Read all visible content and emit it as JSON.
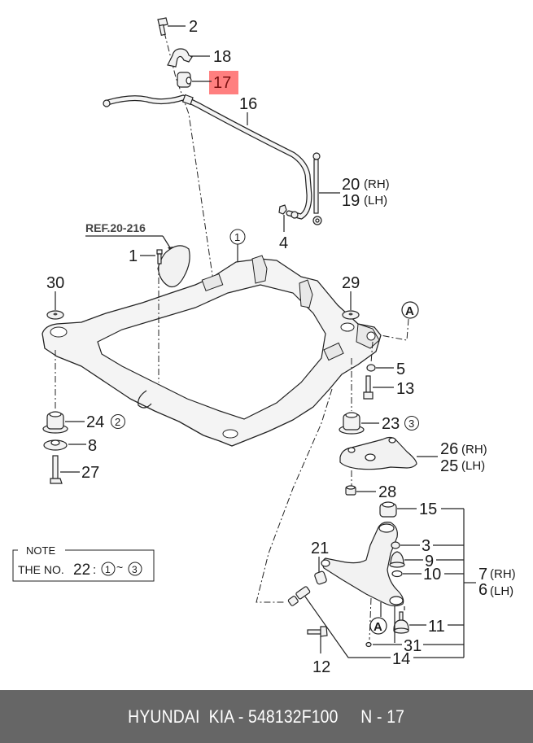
{
  "diagram": {
    "reference": "REF.20-216",
    "highlight_color": "#ff7f7f",
    "highlighted_part": "17",
    "callouts": [
      {
        "id": "c2",
        "text": "2"
      },
      {
        "id": "c18",
        "text": "18"
      },
      {
        "id": "c17",
        "text": "17"
      },
      {
        "id": "c16",
        "text": "16"
      },
      {
        "id": "c20",
        "text": "20",
        "suffix": "(RH)"
      },
      {
        "id": "c19",
        "text": "19",
        "suffix": "(LH)"
      },
      {
        "id": "c4",
        "text": "4"
      },
      {
        "id": "c1",
        "text": "1"
      },
      {
        "id": "c30",
        "text": "30"
      },
      {
        "id": "c29",
        "text": "29"
      },
      {
        "id": "c5",
        "text": "5"
      },
      {
        "id": "c13",
        "text": "13"
      },
      {
        "id": "c24",
        "text": "24",
        "circled": "2"
      },
      {
        "id": "c8",
        "text": "8"
      },
      {
        "id": "c27",
        "text": "27"
      },
      {
        "id": "c23",
        "text": "23",
        "circled": "3"
      },
      {
        "id": "c26",
        "text": "26",
        "suffix": "(RH)"
      },
      {
        "id": "c25",
        "text": "25",
        "suffix": "(LH)"
      },
      {
        "id": "c28",
        "text": "28"
      },
      {
        "id": "c15",
        "text": "15"
      },
      {
        "id": "c3",
        "text": "3"
      },
      {
        "id": "c9",
        "text": "9"
      },
      {
        "id": "c10",
        "text": "10"
      },
      {
        "id": "c7",
        "text": "7",
        "suffix": "(RH)"
      },
      {
        "id": "c6",
        "text": "6",
        "suffix": "(LH)"
      },
      {
        "id": "c21",
        "text": "21"
      },
      {
        "id": "c11",
        "text": "11"
      },
      {
        "id": "c31",
        "text": "31"
      },
      {
        "id": "c14",
        "text": "14"
      },
      {
        "id": "c12",
        "text": "12"
      }
    ],
    "circled_markers": {
      "frame_marker": "1",
      "connector_a_top": "A",
      "connector_a_bottom": "A"
    },
    "note": {
      "title": "NOTE",
      "prefix": "THE NO.",
      "number": "22",
      "separator": ":",
      "range_start": "1",
      "range_tilde": "~",
      "range_end": "3"
    }
  },
  "footer": {
    "text": "HYUNDAI  KIA - 548132F100     N - 17"
  }
}
